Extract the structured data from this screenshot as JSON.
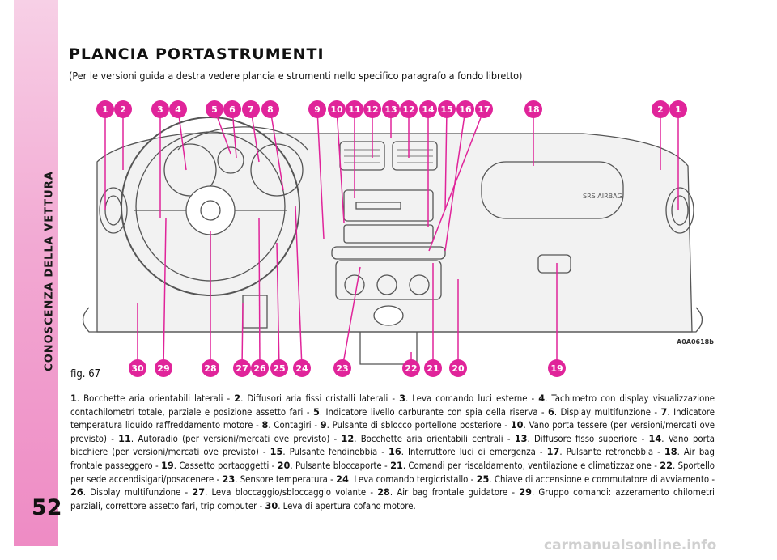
{
  "sidebar": {
    "section_title": "CONOSCENZA DELLA VETTURA",
    "page_number": "52"
  },
  "page": {
    "title": "PLANCIA PORTASTRUMENTI",
    "subtitle": "(Per le versioni guida a destra vedere plancia e strumenti nello specifico paragrafo a fondo libretto)"
  },
  "figure": {
    "label": "fig. 67",
    "code": "A0A0618b",
    "airbag_text": "SRS AIRBAG",
    "accent_color": "#e0249a",
    "callouts_top": [
      "1",
      "2",
      "3",
      "4",
      "5",
      "6",
      "7",
      "8",
      "9",
      "10",
      "11",
      "12",
      "13",
      "12",
      "14",
      "15",
      "16",
      "17",
      "18",
      "2",
      "1"
    ],
    "callouts_bottom": [
      "30",
      "29",
      "28",
      "27",
      "26",
      "25",
      "24",
      "23",
      "22",
      "21",
      "20",
      "19"
    ]
  },
  "legend": [
    {
      "num": "1",
      "text": "Bocchette aria orientabili laterali"
    },
    {
      "num": "2",
      "text": "Diffusori aria fissi cristalli laterali"
    },
    {
      "num": "3",
      "text": "Leva comando luci esterne"
    },
    {
      "num": "4",
      "text": "Tachimetro con display visualizzazione contachilometri totale, parziale e posizione assetto fari"
    },
    {
      "num": "5",
      "text": "Indicatore livello carburante con spia della riserva"
    },
    {
      "num": "6",
      "text": "Display multifunzione"
    },
    {
      "num": "7",
      "text": "Indicatore temperatura liquido raffreddamento motore"
    },
    {
      "num": "8",
      "text": "Contagiri"
    },
    {
      "num": "9",
      "text": "Pulsante di sblocco portellone posteriore"
    },
    {
      "num": "10",
      "text": "Vano porta tessere (per versioni/mercati ove previsto)"
    },
    {
      "num": "11",
      "text": "Autoradio (per versioni/mercati ove previsto)"
    },
    {
      "num": "12",
      "text": "Bocchette aria orientabili centrali"
    },
    {
      "num": "13",
      "text": "Diffusore fisso superiore"
    },
    {
      "num": "14",
      "text": "Vano porta bicchiere (per versioni/mercati ove previsto)"
    },
    {
      "num": "15",
      "text": "Pulsante fendinebbia"
    },
    {
      "num": "16",
      "text": "Interruttore luci di emergenza"
    },
    {
      "num": "17",
      "text": "Pulsante retronebbia"
    },
    {
      "num": "18",
      "text": "Air bag frontale passeggero"
    },
    {
      "num": "19",
      "text": "Cassetto portaoggetti"
    },
    {
      "num": "20",
      "text": "Pulsante bloccaporte"
    },
    {
      "num": "21",
      "text": "Comandi per riscaldamento, ventilazione e climatizzazione"
    },
    {
      "num": "22",
      "text": "Sportello per sede accendisigari/posacenere"
    },
    {
      "num": "23",
      "text": "Sensore temperatura"
    },
    {
      "num": "24",
      "text": "Leva comando tergicristallo"
    },
    {
      "num": "25",
      "text": "Chiave di accensione e commutatore di avviamento"
    },
    {
      "num": "26",
      "text": "Display multifunzione"
    },
    {
      "num": "27",
      "text": "Leva bloccaggio/sbloccaggio volante"
    },
    {
      "num": "28",
      "text": "Air bag frontale guidatore"
    },
    {
      "num": "29",
      "text": "Gruppo comandi: azzeramento chilometri parziali, correttore assetto fari, trip computer"
    },
    {
      "num": "30",
      "text": "Leva di apertura cofano motore"
    }
  ],
  "watermark": "carmanualsonline.info"
}
